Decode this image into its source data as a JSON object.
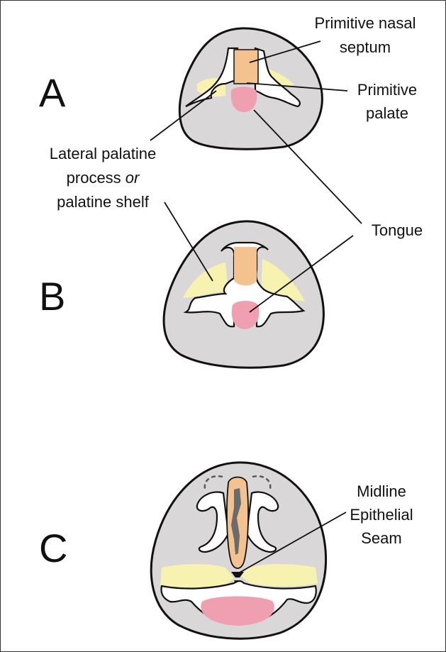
{
  "panels": [
    {
      "letter": "A"
    },
    {
      "letter": "B"
    },
    {
      "letter": "C"
    }
  ],
  "labels": {
    "primitive_nasal_septum": [
      "Primitive nasal",
      "septum"
    ],
    "primitive_palate": [
      "Primitive",
      "palate"
    ],
    "lateral_palatine": [
      "Lateral palatine",
      "process ",
      "or",
      "palatine shelf"
    ],
    "tongue": "Tongue",
    "midline_seam": [
      "Midline",
      "Epithelial",
      "Seam"
    ]
  },
  "colors": {
    "tissue_gray": "#d9d7d8",
    "septum_orange": "#f3c28e",
    "palate_yellow": "#f8f2b0",
    "tongue_pink": "#ef9fb0",
    "outline": "#111111",
    "bone_dark": "#555555"
  }
}
